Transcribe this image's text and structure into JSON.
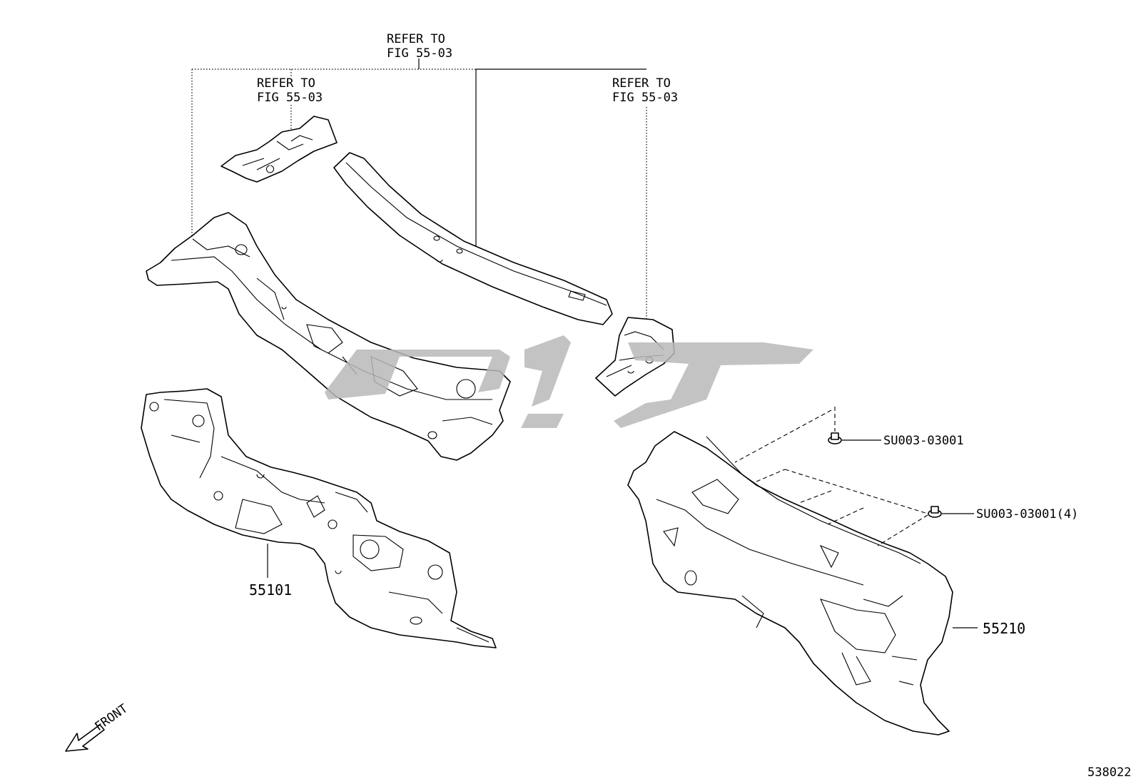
{
  "refer_labels": {
    "top": [
      "REFER TO",
      "FIG 55-03"
    ],
    "left": [
      "REFER TO",
      "FIG 55-03"
    ],
    "right": [
      "REFER TO",
      "FIG 55-03"
    ]
  },
  "parts": {
    "dash_panel": "55101",
    "insulator": "55210",
    "clip_single": "SU003-03001",
    "clip_multi": "SU003-03001(4)"
  },
  "front_label": "FRONT",
  "illustration_number": "538022",
  "icons": [
    "front-arrow-icon",
    "watermark-logo"
  ]
}
